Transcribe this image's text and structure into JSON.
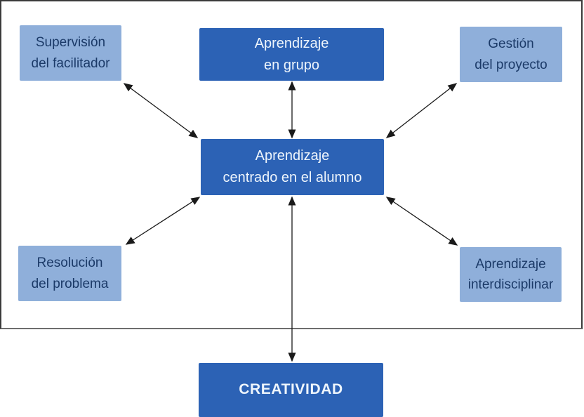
{
  "diagram": {
    "language": "es",
    "nodes": {
      "supervision": {
        "label": "Supervisión\ndel facilitador",
        "style": "secondary"
      },
      "grupo": {
        "label": "Aprendizaje\nen grupo",
        "style": "primary"
      },
      "gestion": {
        "label": "Gestión\ndel proyecto",
        "style": "secondary"
      },
      "center": {
        "label": "Aprendizaje\ncentrado en el alumno",
        "style": "primary"
      },
      "resolucion": {
        "label": "Resolución\ndel problema",
        "style": "secondary"
      },
      "interdisciplinar": {
        "label": "Aprendizaje\ninterdisciplinar",
        "style": "secondary"
      },
      "creatividad": {
        "label": "CREATIVIDAD",
        "style": "primary"
      }
    },
    "edges": [
      {
        "from": "center",
        "to": "supervision",
        "bidirectional": true
      },
      {
        "from": "center",
        "to": "grupo",
        "bidirectional": true
      },
      {
        "from": "center",
        "to": "gestion",
        "bidirectional": true
      },
      {
        "from": "center",
        "to": "resolucion",
        "bidirectional": true
      },
      {
        "from": "center",
        "to": "interdisciplinar",
        "bidirectional": true
      },
      {
        "from": "center",
        "to": "creatividad",
        "bidirectional": true
      }
    ],
    "colors": {
      "primary_blue": "#2c62b5",
      "secondary_blue": "#8fafda",
      "dark_text": "#1b3a68",
      "light_text": "#eef5fc",
      "frame_border": "#3a3a3a",
      "frame_border_bottom": "#6e6e6e",
      "arrow": "#1a1a1a",
      "page_bg": "#ffffff"
    }
  }
}
